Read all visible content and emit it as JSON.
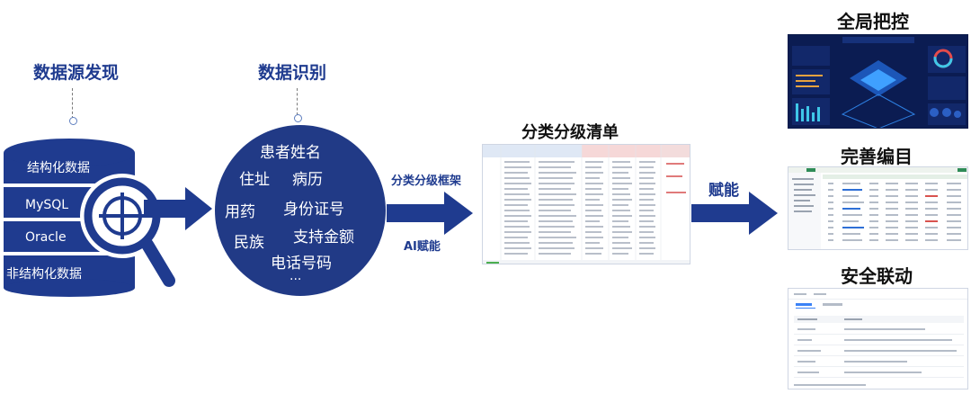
{
  "source_discovery": {
    "title": "数据源发现",
    "databases": [
      "结构化数据",
      "MySQL",
      "Oracle",
      "非结构化数据"
    ]
  },
  "identification": {
    "title": "数据识别",
    "terms": [
      "患者姓名",
      "住址",
      "病历",
      "用药",
      "身份证号",
      "民族",
      "支持金额",
      "电话号码",
      "..."
    ]
  },
  "flow": {
    "framework_label": "分类分级框架",
    "ai_label": "AI赋能",
    "list_title": "分类分级清单",
    "empower_label": "赋能"
  },
  "outputs": {
    "global_control": "全局把控",
    "catalog": "完善编目",
    "security": "安全联动"
  },
  "colors": {
    "navy": "#1f3b8f",
    "circle": "#213a86"
  }
}
